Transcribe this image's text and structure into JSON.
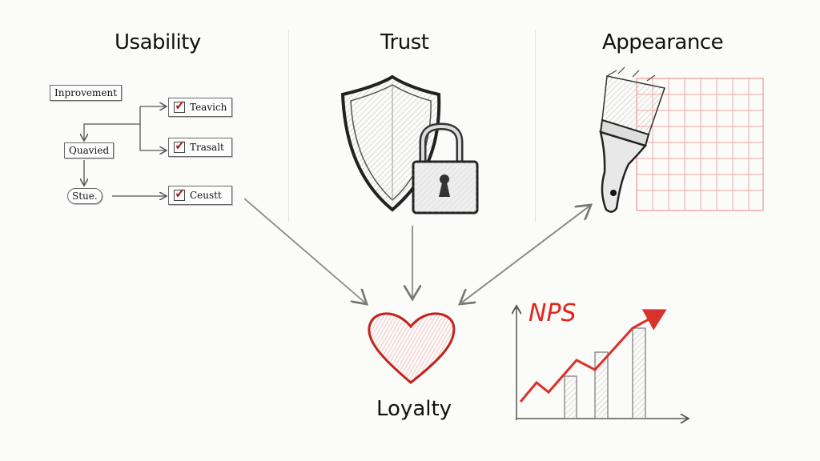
{
  "sections": {
    "usability": {
      "title": "Usability"
    },
    "trust": {
      "title": "Trust"
    },
    "appearance": {
      "title": "Appearance"
    }
  },
  "flowchart": {
    "start": "Inprovement",
    "decision": "Quavied",
    "state": "Stue.",
    "items": [
      {
        "label": "Teavich",
        "checked": true
      },
      {
        "label": "Trasalt",
        "checked": true
      },
      {
        "label": "Ceustt",
        "checked": true
      }
    ]
  },
  "center": {
    "label": "Loyalty"
  },
  "nps": {
    "label": "NPS",
    "color": "#e0261b"
  },
  "colors": {
    "accent_red": "#d8322a",
    "pencil": "#555555",
    "grid_red": "#f0a0a0"
  }
}
